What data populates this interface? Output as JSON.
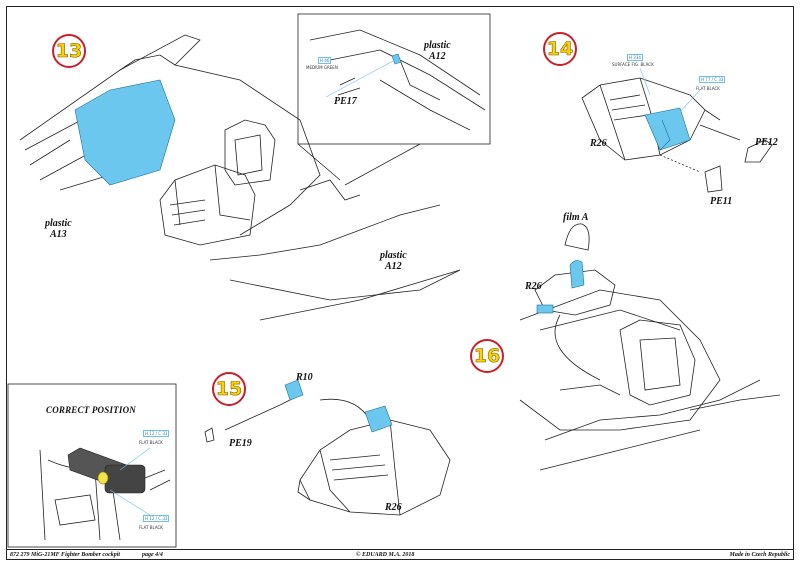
{
  "steps": [
    "13",
    "14",
    "15",
    "16"
  ],
  "labels": {
    "plastic_a13_word": "plastic",
    "plastic_a13_code": "A13",
    "plastic_a12_top_word": "plastic",
    "plastic_a12_top_code": "A12",
    "plastic_a12_bottom_word": "plastic",
    "plastic_a12_bottom_code": "A12",
    "pe17": "PE17",
    "pe11": "PE11",
    "pe12": "PE12",
    "pe19": "PE19",
    "r10": "R10",
    "r26_step14": "R26",
    "r26_step15": "R26",
    "r26_step16": "R26",
    "film_a": "film A"
  },
  "correct_position_title": "CORRECT POSITION",
  "colour_callouts": {
    "insert_pe17_code": "H 46",
    "insert_pe17_caption": "MEDIUM GREEN",
    "step14_a_code": "H 334",
    "step14_a_caption": "SURFACE FIG. BLACK",
    "step14_b_code": "H 77 / C 33",
    "step14_b_caption": "FLAT BLACK",
    "cp_top_code": "H 12 / C 33",
    "cp_top_caption": "FLAT BLACK",
    "cp_bottom_code": "H 12 / C 33",
    "cp_bottom_caption": "FLAT BLACK"
  },
  "footer": {
    "left": "872 279  MiG-21MF Fighter Bomber cockpit",
    "page": "page 4/4",
    "center": "© EDUARD  M.A. 2018",
    "right": "Made in Czech Republic"
  },
  "colors": {
    "step_ring": "#c8202a",
    "step_number": "#f5d400",
    "photo_etch_highlight": "#6cc7ee",
    "line": "#222222",
    "yellow_part": "#f3e24a"
  }
}
